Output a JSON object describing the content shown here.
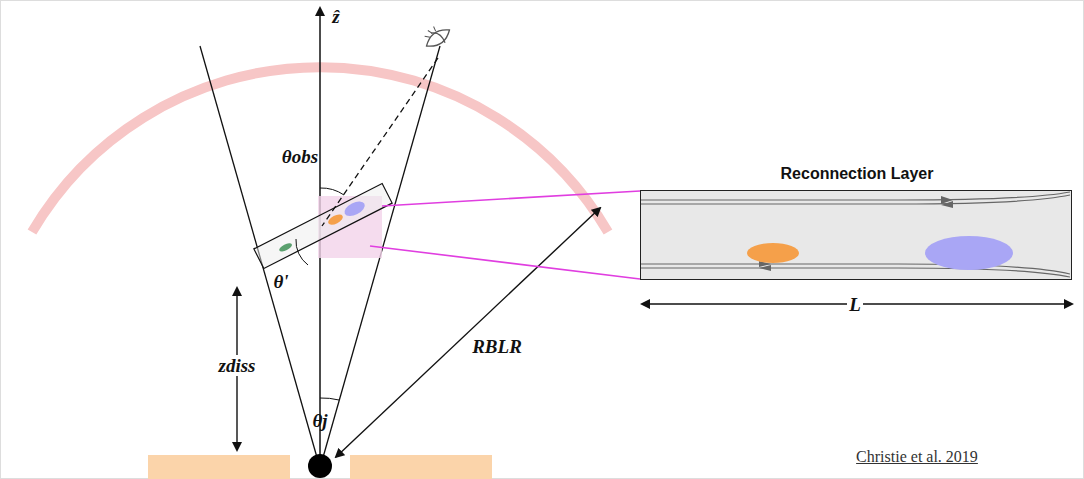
{
  "diagram": {
    "nodes": [
      {
        "text": [
          "Reconnection Layer"
        ]
      }
    ],
    "labels": [
      "ẑ",
      "θobs",
      "θ'",
      "zdiss",
      "θj",
      "RBLR",
      "L",
      "Christie et al. 2019"
    ]
  }
}
